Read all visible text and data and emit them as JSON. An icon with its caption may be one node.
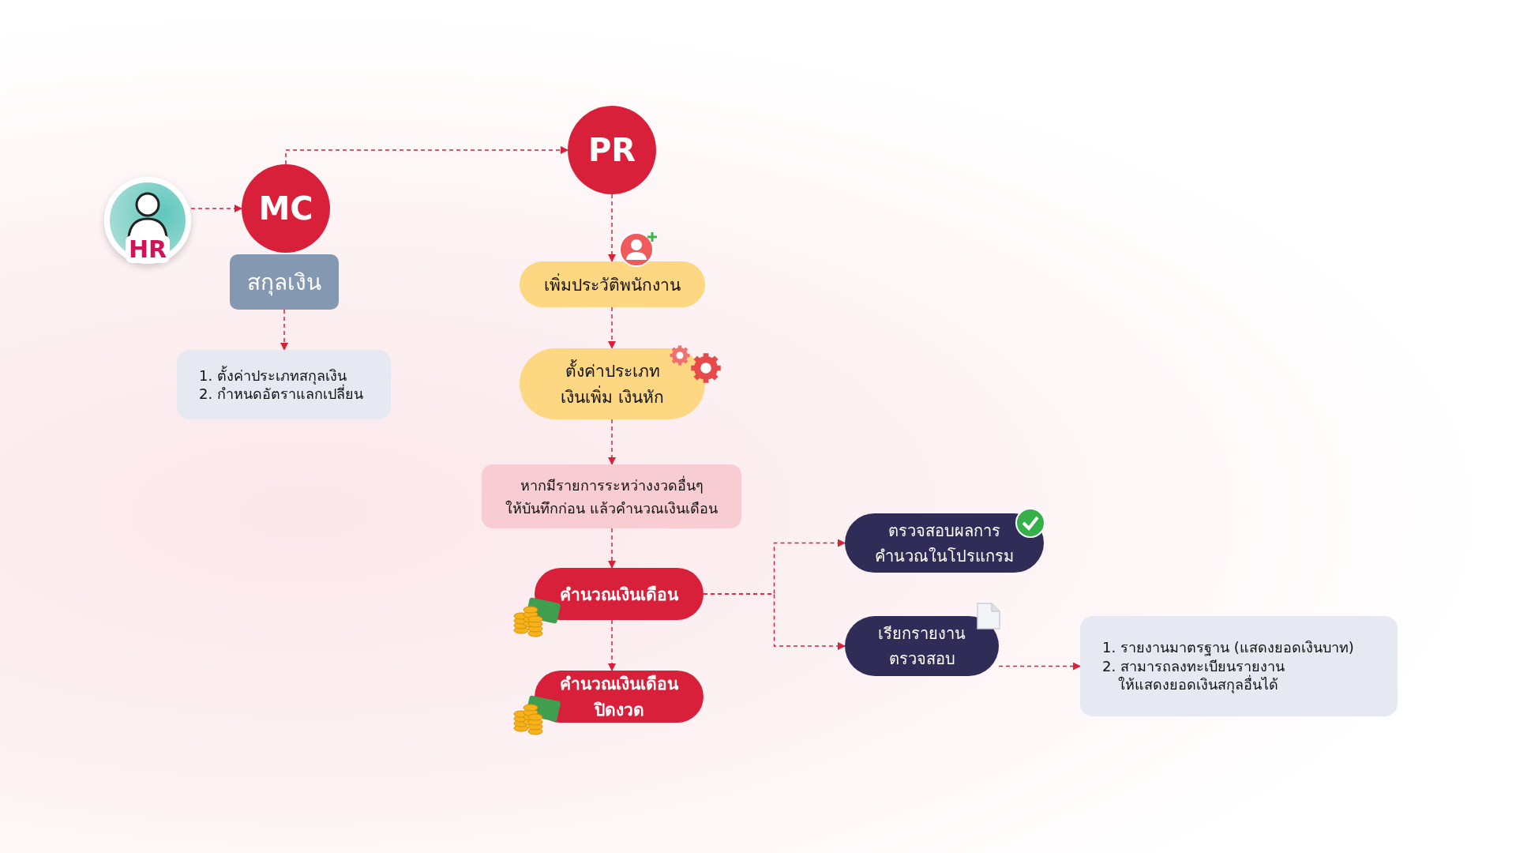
{
  "diagram": {
    "nodes": [
      {
        "text": [
          "HR"
        ]
      },
      {
        "text": [
          "MC"
        ]
      },
      {
        "text": [
          "สกุลเงิน"
        ]
      },
      {
        "text": [
          "1. ตั้งค่าประเภทสกุลเงิน",
          "2. กำหนดอัตราแลกเปลี่ยน"
        ]
      },
      {
        "text": [
          "PR"
        ]
      },
      {
        "text": [
          "เพิ่มประวัติพนักงาน"
        ]
      },
      {
        "text": [
          "ตั้งค่าประเภท เงินเพิ่ม เงินหัก"
        ]
      },
      {
        "text": [
          "หากมีรายการระหว่างงวดอื่นๆ ให้บันทึกก่อน แล้วคำนวณเงินเดือน"
        ]
      },
      {
        "text": [
          "คำนวณเงินเดือน"
        ]
      },
      {
        "text": [
          "คำนวณเงินเดือน ปิดงวด"
        ]
      },
      {
        "text": [
          "ตรวจสอบผลการ คำนวณในโปรแกรม"
        ]
      },
      {
        "text": [
          "เรียกรายงาน ตรวจสอบ"
        ]
      },
      {
        "text": [
          "1. รายงานมาตรฐาน (แสดงยอดเงินบาท)",
          "2. สามารถลงทะเบียนรายงาน ให้แสดงยอดเงินสกุลอื่นได้"
        ]
      }
    ],
    "edges": [
      {
        "from": 0,
        "to": 1,
        "arrow": "to",
        "style": "dashed"
      },
      {
        "from": 1,
        "to": 4,
        "arrow": "to",
        "style": "dashed"
      },
      {
        "from": 2,
        "to": 3,
        "arrow": "to",
        "style": "dashed"
      },
      {
        "from": 4,
        "to": 5,
        "arrow": "to",
        "style": "dashed"
      },
      {
        "from": 5,
        "to": 6,
        "arrow": "to",
        "style": "dashed"
      },
      {
        "from": 6,
        "to": 7,
        "arrow": "to",
        "style": "dashed"
      },
      {
        "from": 7,
        "to": 8,
        "arrow": "to",
        "style": "dashed"
      },
      {
        "from": 8,
        "to": 9,
        "arrow": "to",
        "style": "dashed"
      },
      {
        "from": 8,
        "to": 10,
        "arrow": "to",
        "style": "dashed"
      },
      {
        "from": 8,
        "to": 11,
        "arrow": "to",
        "style": "dashed"
      },
      {
        "from": 11,
        "to": 12,
        "arrow": "to",
        "style": "dashed"
      }
    ]
  }
}
